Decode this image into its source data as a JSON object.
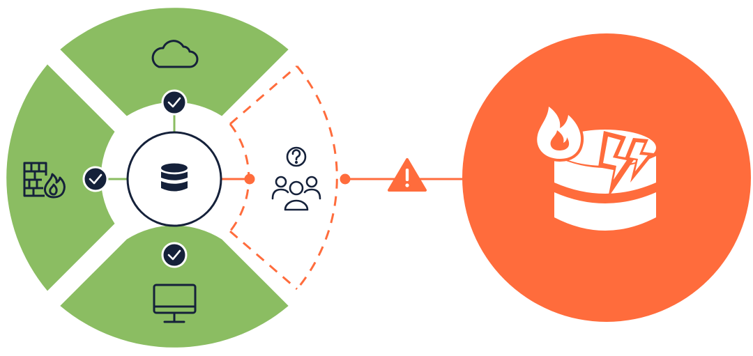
{
  "colors": {
    "green": "#8BBD62",
    "orange": "#FF6C3C",
    "navy": "#15213A",
    "white": "#ffffff"
  },
  "protected_segments": [
    {
      "name": "cloud-segment",
      "icon": "cloud-icon"
    },
    {
      "name": "firewall-segment",
      "icon": "firewall-fire-icon"
    },
    {
      "name": "endpoint-segment",
      "icon": "desktop-monitor-icon"
    }
  ],
  "hub": {
    "icon": "database-icon"
  },
  "checks": [
    "check-icon",
    "check-icon",
    "check-icon"
  ],
  "unprotected_segment": {
    "style": "dashed",
    "icon": "people-question-icon"
  },
  "connection": {
    "warning_icon": "warning-triangle-icon"
  },
  "threat": {
    "icon": "database-fire-lightning-icon"
  }
}
